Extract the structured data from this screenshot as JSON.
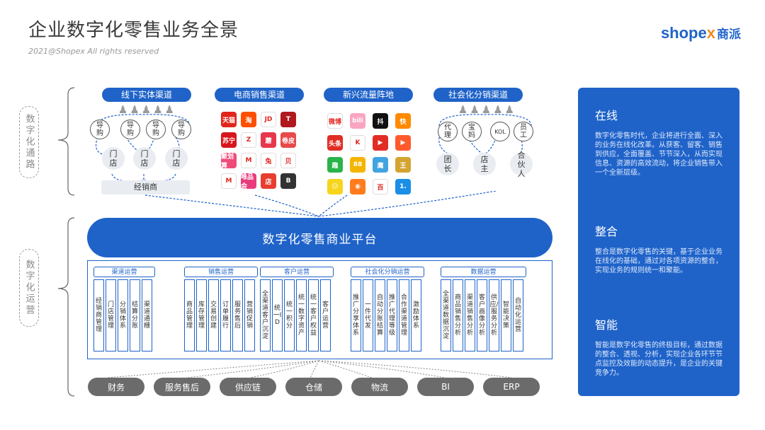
{
  "header": {
    "title": "企业数字化零售业务全景",
    "copyright": "2021@Shopex All rights reserved",
    "logo_main": "shop",
    "logo_e": "e",
    "logo_x": "x",
    "logo_cn": "商派"
  },
  "side_labels": {
    "channels": "数字化通路",
    "operations": "数字化运营"
  },
  "channels": {
    "offline": {
      "title": "线下实体渠道",
      "people": "♟♟♟♟♟",
      "guides": [
        "导购",
        "导购",
        "导购",
        "导购"
      ],
      "stores": [
        "门店",
        "门店",
        "门店"
      ],
      "dealer": "经销商"
    },
    "ecommerce": {
      "title": "电商销售渠道",
      "apps": [
        {
          "name": "tmall-icon",
          "label": "天猫",
          "color": "#e1251b"
        },
        {
          "name": "taobao-icon",
          "label": "淘",
          "color": "#ff5000"
        },
        {
          "name": "jd-icon",
          "label": "JD",
          "color": "#ffffff"
        },
        {
          "name": "t-icon",
          "label": "T",
          "color": "#b0191e"
        },
        {
          "name": "suning-icon",
          "label": "苏宁",
          "color": "#d7161b"
        },
        {
          "name": "z-icon",
          "label": "Z",
          "color": "#ffffff"
        },
        {
          "name": "mogu-icon",
          "label": "蘑",
          "color": "#e8374c"
        },
        {
          "name": "juanpi-icon",
          "label": "卷皮",
          "color": "#e84a4a"
        },
        {
          "name": "juhuasuan-icon",
          "label": "聚划算",
          "color": "#ef4b7a"
        },
        {
          "name": "meilishuo-icon",
          "label": "M",
          "color": "#ffffff"
        },
        {
          "name": "rabbit-icon",
          "label": "兔",
          "color": "#ffffff"
        },
        {
          "name": "beidian-icon",
          "label": "贝",
          "color": "#ffffff"
        },
        {
          "name": "mia-icon",
          "label": "M",
          "color": "#ffffff"
        },
        {
          "name": "vip-icon",
          "label": "唯品会",
          "color": "#e93c7d"
        },
        {
          "name": "store-icon",
          "label": "店",
          "color": "#e73e2f"
        },
        {
          "name": "brand-icon",
          "label": "B",
          "color": "#333333"
        }
      ]
    },
    "traffic": {
      "title": "新兴流量阵地",
      "apps": [
        {
          "name": "weibo-icon",
          "label": "微博",
          "color": "#ffffff"
        },
        {
          "name": "bilibili-icon",
          "label": "bili",
          "color": "#f9a5c1"
        },
        {
          "name": "douyin-icon",
          "label": "抖",
          "color": "#111111"
        },
        {
          "name": "kuaishou-icon",
          "label": "快",
          "color": "#ff8a00"
        },
        {
          "name": "toutiao-icon",
          "label": "头条",
          "color": "#e02e24"
        },
        {
          "name": "kuai-icon",
          "label": "K",
          "color": "#ffffff"
        },
        {
          "name": "play-icon",
          "label": "▶",
          "color": "#e02e24"
        },
        {
          "name": "video-icon",
          "label": "▶",
          "color": "#ff5a2c"
        },
        {
          "name": "qu-icon",
          "label": "趣",
          "color": "#2ab34a"
        },
        {
          "name": "app-icon",
          "label": "88",
          "color": "#f5b400"
        },
        {
          "name": "owl-icon",
          "label": "鹰",
          "color": "#41a3e0"
        },
        {
          "name": "king-icon",
          "label": "王",
          "color": "#d4a431"
        },
        {
          "name": "face-icon",
          "label": "☺",
          "color": "#f7d51d"
        },
        {
          "name": "orb-icon",
          "label": "◉",
          "color": "#ff7b1c"
        },
        {
          "name": "zhi-icon",
          "label": "百",
          "color": "#ffffff"
        },
        {
          "name": "one-icon",
          "label": "1.",
          "color": "#1b8fe6"
        }
      ]
    },
    "social": {
      "title": "社会化分销渠道",
      "people": "♟♟♟♟♟",
      "roles": [
        "代理",
        "宝妈",
        "KOL",
        "员工"
      ],
      "partners": [
        "团长",
        "店主",
        "合伙人"
      ]
    }
  },
  "platform": {
    "label": "数字化零售商业平台"
  },
  "operations": [
    {
      "head": "渠道运营",
      "items": [
        "经销商管理",
        "门店管理",
        "分销体系",
        "结算分账",
        "渠道通栅"
      ]
    },
    {
      "head": "销售运营",
      "items": [
        "商品管理",
        "库存管理",
        "交易创建",
        "订单履行",
        "服务售后",
        "营销促销"
      ]
    },
    {
      "head": "客户运营",
      "items": [
        "全渠道客户沉淀",
        "统一ID",
        "统一积分",
        "统一数字资产",
        "统一客户权益",
        "客户运营"
      ]
    },
    {
      "head": "社会化分销运营",
      "items": [
        "推广分享体系",
        "一件代发",
        "自动分账结算",
        "推广代理等级",
        "合作渠道管理",
        "激励体系"
      ]
    },
    {
      "head": "数据运营",
      "items": [
        "全渠道数据沉淀",
        "商品销售分析",
        "渠道销售分析",
        "客户画像分析",
        "供应/服务分析",
        "智能决策",
        "自动化运营"
      ]
    }
  ],
  "foundations": [
    "财务",
    "服务售后",
    "供应链",
    "仓储",
    "物流",
    "BI",
    "ERP"
  ],
  "panel": {
    "sections": [
      {
        "title": "在线",
        "text": "数字化零售时代，企业将进行全面、深入的业务在线化改革。从获客、留客、销售到供应，全面覆盖、节节深入，从而实现信息、资源的高效流动，将企业销售带入一个全新层级。"
      },
      {
        "title": "整合",
        "text": "整合是数字化零售的关键，基于企业业务在线化的基础，通过对各项资源的整合，实现业务的规则统一和聚能。"
      },
      {
        "title": "智能",
        "text": "智能是数字化零售的终极目标，通过数据的整合、透视、分析，实现企业各环节节点监控及效能的动态提升，是企业的关键竞争力。"
      }
    ]
  }
}
